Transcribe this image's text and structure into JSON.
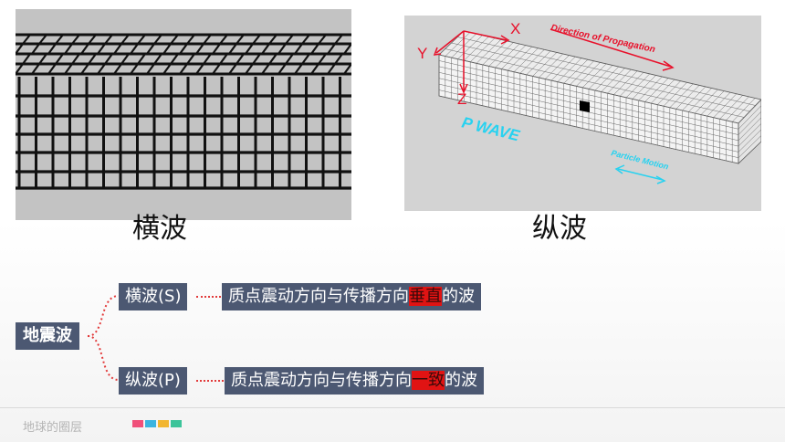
{
  "images": {
    "transverse": {
      "icon": "transverse-wave-grid-image"
    },
    "longitudinal": {
      "icon": "p-wave-3d-grid-image",
      "axis_x": "X",
      "axis_y": "Y",
      "axis_z": "Z",
      "direction_label": "Direction of Propagation",
      "wave_label": "P WAVE",
      "motion_label": "Particle Motion"
    }
  },
  "captions": {
    "s": "横波",
    "p": "纵波"
  },
  "diagram": {
    "root": "地震波",
    "s_wave": {
      "label": "横波(S)",
      "desc_before": "质点震动方向与传播方向",
      "desc_highlight": "垂直",
      "desc_after": "的波"
    },
    "p_wave": {
      "label": "纵波(P)",
      "desc_before": "质点震动方向与传播方向",
      "desc_highlight": "一致",
      "desc_after": "的波"
    }
  },
  "footer": {
    "title": "地球的圈层",
    "swatches": [
      "#f0507a",
      "#3bb4e0",
      "#f2b630",
      "#3cc49a"
    ]
  },
  "colors": {
    "box": "#4c5872",
    "highlight": "#e01313",
    "connector": "#e23a3a"
  }
}
